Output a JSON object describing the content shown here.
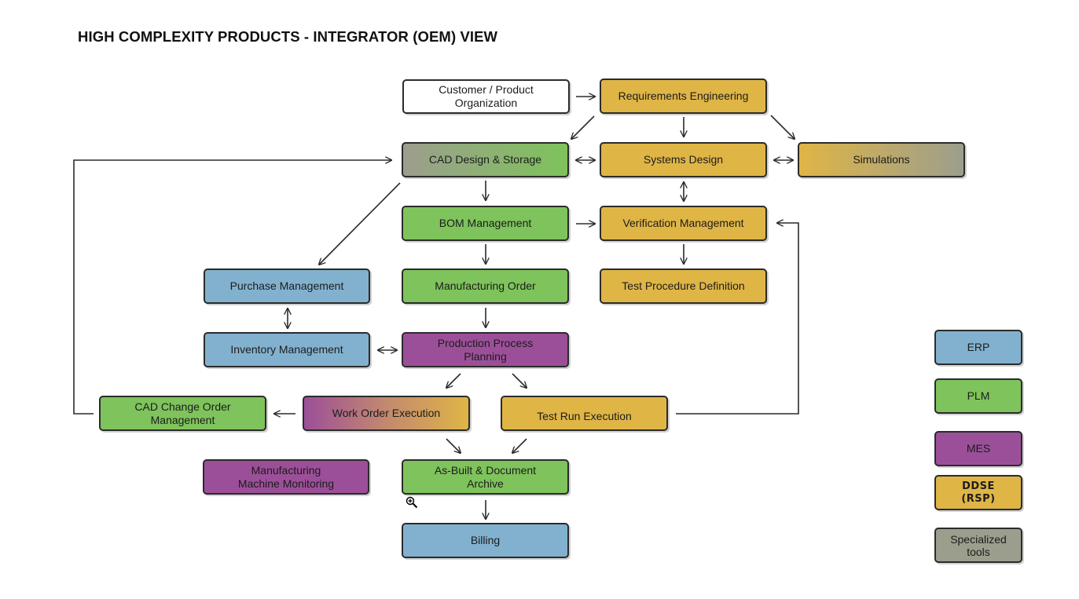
{
  "title": "HIGH COMPLEXITY PRODUCTS - INTEGRATOR (OEM) VIEW",
  "colors": {
    "erp": "#82b1cf",
    "plm": "#7ec35b",
    "mes": "#9c4f99",
    "ddse": "#dfb546",
    "specialized": "#9c9e8d",
    "border": "#2b2b2b"
  },
  "nodes": {
    "customer": {
      "label": "Customer / Product\nOrganization",
      "system": "none"
    },
    "requirements": {
      "label": "Requirements Engineering",
      "system": "DDSE"
    },
    "cad": {
      "label": "CAD Design & Storage",
      "system": "Specialized tools / PLM"
    },
    "systems_design": {
      "label": "Systems Design",
      "system": "DDSE"
    },
    "simulations": {
      "label": "Simulations",
      "system": "DDSE / Specialized tools"
    },
    "bom": {
      "label": "BOM Management",
      "system": "PLM"
    },
    "verification": {
      "label": "Verification Management",
      "system": "DDSE"
    },
    "purchase": {
      "label": "Purchase Management",
      "system": "ERP"
    },
    "mfg_order": {
      "label": "Manufacturing Order",
      "system": "PLM"
    },
    "test_procedure": {
      "label": "Test Procedure Definition",
      "system": "DDSE"
    },
    "inventory": {
      "label": "Inventory Management",
      "system": "ERP"
    },
    "ppp": {
      "label": "Production Process\nPlanning",
      "system": "MES"
    },
    "cad_change": {
      "label": "CAD Change Order\nManagement",
      "system": "PLM"
    },
    "work_order": {
      "label": "Work Order Execution",
      "system": "MES / DDSE"
    },
    "test_run": {
      "label": "Test Run Execution",
      "system": "DDSE"
    },
    "machine_monitoring": {
      "label": "Manufacturing\nMachine Monitoring",
      "system": "MES"
    },
    "as_built": {
      "label": "As-Built & Document\nArchive",
      "system": "PLM"
    },
    "billing": {
      "label": "Billing",
      "system": "ERP"
    }
  },
  "edges": [
    {
      "from": "customer",
      "to": "requirements",
      "type": "directed"
    },
    {
      "from": "requirements",
      "to": "cad",
      "type": "directed"
    },
    {
      "from": "requirements",
      "to": "systems_design",
      "type": "directed"
    },
    {
      "from": "requirements",
      "to": "simulations",
      "type": "directed"
    },
    {
      "from": "cad",
      "to": "systems_design",
      "type": "bidirectional"
    },
    {
      "from": "systems_design",
      "to": "simulations",
      "type": "bidirectional"
    },
    {
      "from": "systems_design",
      "to": "verification",
      "type": "bidirectional"
    },
    {
      "from": "cad",
      "to": "bom",
      "type": "directed"
    },
    {
      "from": "cad",
      "to": "purchase",
      "type": "directed"
    },
    {
      "from": "bom",
      "to": "verification",
      "type": "directed"
    },
    {
      "from": "bom",
      "to": "mfg_order",
      "type": "directed"
    },
    {
      "from": "verification",
      "to": "test_procedure",
      "type": "directed"
    },
    {
      "from": "purchase",
      "to": "inventory",
      "type": "bidirectional"
    },
    {
      "from": "mfg_order",
      "to": "ppp",
      "type": "directed"
    },
    {
      "from": "inventory",
      "to": "ppp",
      "type": "bidirectional"
    },
    {
      "from": "ppp",
      "to": "work_order",
      "type": "directed"
    },
    {
      "from": "ppp",
      "to": "test_run",
      "type": "directed"
    },
    {
      "from": "work_order",
      "to": "cad_change",
      "type": "directed"
    },
    {
      "from": "cad_change",
      "to": "cad",
      "type": "directed"
    },
    {
      "from": "test_run",
      "to": "verification",
      "type": "directed"
    },
    {
      "from": "work_order",
      "to": "as_built",
      "type": "directed"
    },
    {
      "from": "test_run",
      "to": "as_built",
      "type": "directed"
    },
    {
      "from": "as_built",
      "to": "billing",
      "type": "directed"
    }
  ],
  "legend": [
    {
      "label": "ERP",
      "color": "#82b1cf"
    },
    {
      "label": "PLM",
      "color": "#7ec35b"
    },
    {
      "label": "MES",
      "color": "#9c4f99"
    },
    {
      "label": "DDSE\n(RSP)",
      "color": "#dfb546"
    },
    {
      "label": "Specialized\ntools",
      "color": "#9c9e8d"
    }
  ]
}
